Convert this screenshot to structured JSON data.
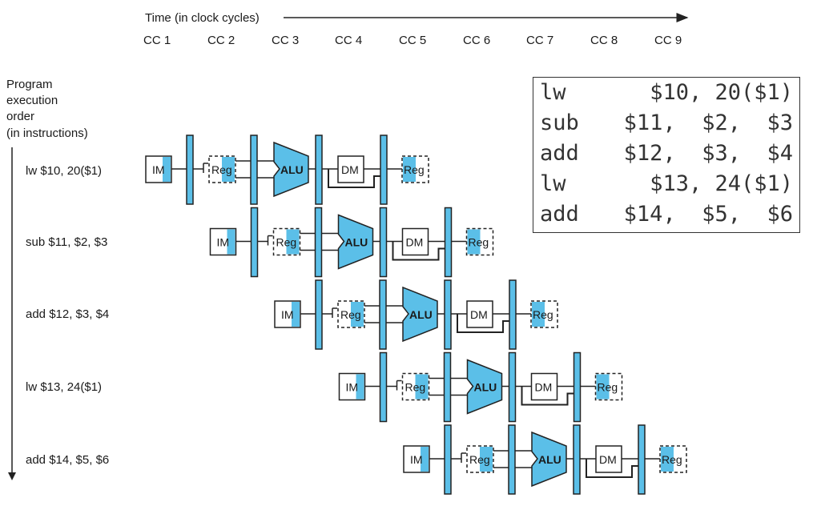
{
  "header": {
    "time_label": "Time (in clock cycles)",
    "clock_cycles": [
      "CC 1",
      "CC 2",
      "CC 3",
      "CC 4",
      "CC 5",
      "CC 6",
      "CC 7",
      "CC 8",
      "CC 9"
    ]
  },
  "left_axis": {
    "label_lines": [
      "Program",
      "execution",
      "order",
      "(in instructions)"
    ]
  },
  "instructions": [
    "lw $10, 20($1)",
    "sub $11, $2, $3",
    "add $12, $3, $4",
    "lw $13, 24($1)",
    "add $14, $5, $6"
  ],
  "stages": {
    "im": "IM",
    "reg": "Reg",
    "alu": "ALU",
    "dm": "DM",
    "wb": "Reg"
  },
  "code_box": [
    {
      "op": "lw",
      "args": "$10, 20($1)"
    },
    {
      "op": "sub",
      "args": "$11,  $2,  $3"
    },
    {
      "op": "add",
      "args": "$12,  $3,  $4"
    },
    {
      "op": "lw",
      "args": "$13, 24($1)"
    },
    {
      "op": "add",
      "args": "$14,  $5,  $6"
    }
  ],
  "colors": {
    "accent": "#5bbfe8",
    "line": "#222222"
  }
}
